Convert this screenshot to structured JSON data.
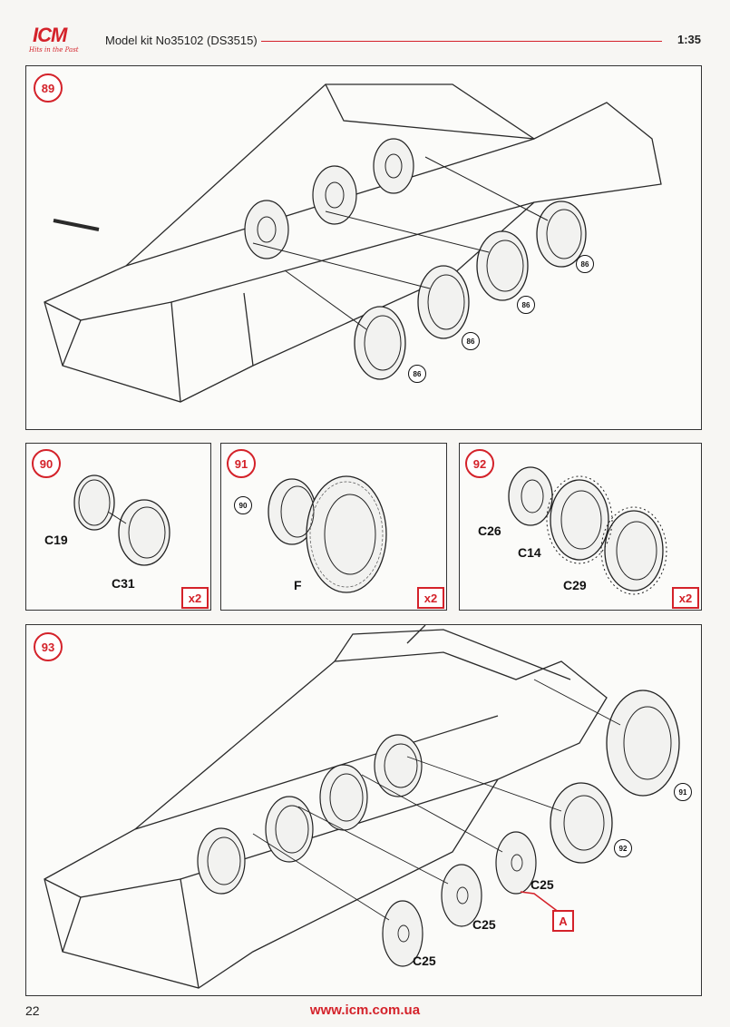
{
  "header": {
    "logo_text": "ICM",
    "logo_tagline": "Hits in the Past",
    "kit_title": "Model kit No35102 (DS3515)",
    "scale": "1:35"
  },
  "steps": {
    "s89": {
      "number": "89",
      "refs": [
        "86",
        "86",
        "86",
        "86"
      ]
    },
    "s90": {
      "number": "90",
      "parts": [
        "C19",
        "C31"
      ],
      "multiplier": "x2"
    },
    "s91": {
      "number": "91",
      "ref": "90",
      "part": "F",
      "multiplier": "x2"
    },
    "s92": {
      "number": "92",
      "parts": [
        "C26",
        "C14",
        "C29"
      ],
      "multiplier": "x2"
    },
    "s93": {
      "number": "93",
      "refs": [
        "91",
        "92"
      ],
      "parts": [
        "C25",
        "C25",
        "C25"
      ],
      "marker": "A"
    }
  },
  "footer": {
    "page_number": "22",
    "website": "www.icm.com.ua"
  },
  "colors": {
    "accent": "#d4222a",
    "line": "#333333"
  }
}
